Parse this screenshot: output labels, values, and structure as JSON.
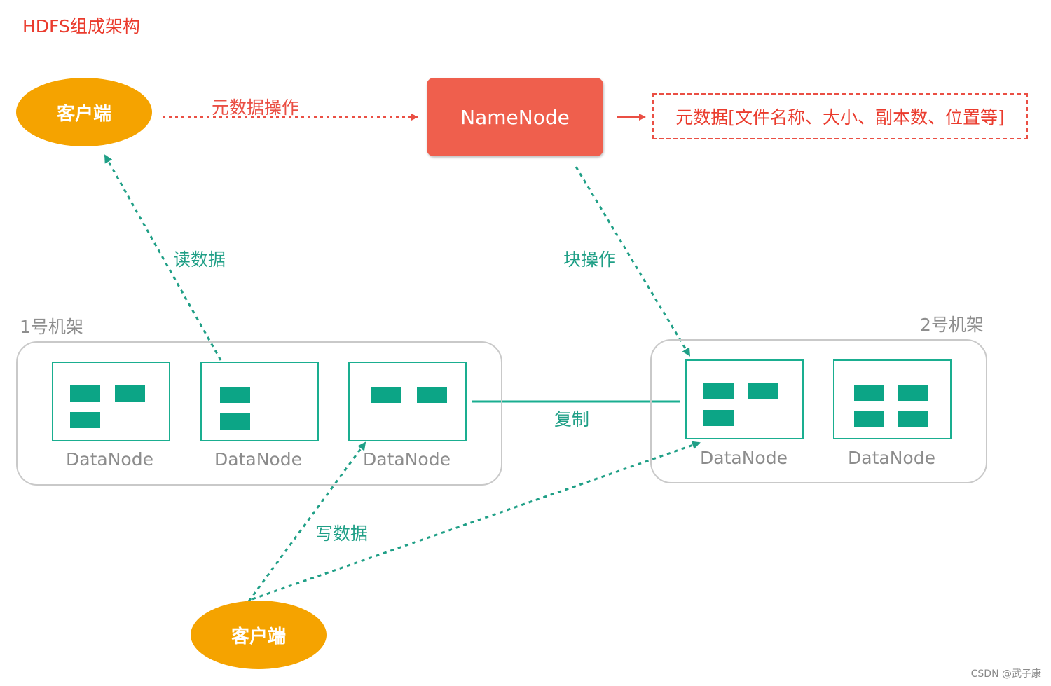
{
  "title": "HDFS组成架构",
  "client_top": "客户端",
  "client_bottom": "客户端",
  "namenode": "NameNode",
  "metadata_box": "元数据[文件名称、大小、副本数、位置等]",
  "edges": {
    "metadata_op": "元数据操作",
    "read_data": "读数据",
    "block_op": "块操作",
    "replicate": "复制",
    "write_data": "写数据"
  },
  "rack1": {
    "label": "1号机架",
    "datanodes": [
      {
        "label": "DataNode",
        "blocks": 3
      },
      {
        "label": "DataNode",
        "blocks": 2
      },
      {
        "label": "DataNode",
        "blocks": 2
      }
    ]
  },
  "rack2": {
    "label": "2号机架",
    "datanodes": [
      {
        "label": "DataNode",
        "blocks": 3
      },
      {
        "label": "DataNode",
        "blocks": 4
      }
    ]
  },
  "watermark": "CSDN @武子康",
  "colors": {
    "client": "#f5a300",
    "namenode": "#ef5f4d",
    "datanode_border": "#1aae90",
    "block": "#0ca586",
    "edge_green": "#1f9f86",
    "edge_red": "#ea4f44",
    "title": "#ea3b2d"
  }
}
